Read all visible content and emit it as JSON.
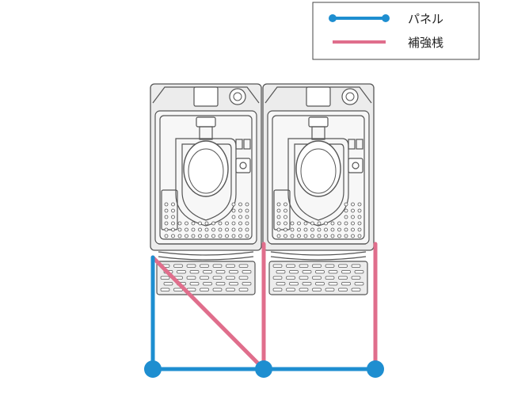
{
  "legend": {
    "items": [
      {
        "label": "パネル",
        "color": "#1e8ed0"
      },
      {
        "label": "補強桟",
        "color": "#e06e8c"
      }
    ]
  },
  "colors": {
    "panel": "#1e8ed0",
    "reinforcement": "#e06e8c",
    "unit_outline": "#555555",
    "unit_fill": "#ececec",
    "unit_inner_fill": "#f7f7f7"
  },
  "units": [
    {
      "name": "toilet-unit-left"
    },
    {
      "name": "toilet-unit-right"
    }
  ]
}
